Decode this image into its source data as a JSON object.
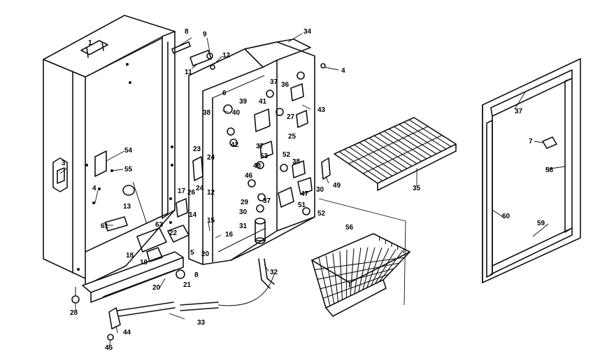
{
  "callouts": [
    {
      "id": "c1",
      "text": "1"
    },
    {
      "id": "c3",
      "text": "3"
    },
    {
      "id": "c4",
      "text": "4"
    },
    {
      "id": "c4b",
      "text": "4"
    },
    {
      "id": "c5",
      "text": "5"
    },
    {
      "id": "c6",
      "text": "6"
    },
    {
      "id": "c7",
      "text": "7"
    },
    {
      "id": "c8",
      "text": "8"
    },
    {
      "id": "c8b",
      "text": "8"
    },
    {
      "id": "c9",
      "text": "9"
    },
    {
      "id": "c11",
      "text": "11"
    },
    {
      "id": "c12",
      "text": "12"
    },
    {
      "id": "c12b",
      "text": "12"
    },
    {
      "id": "c13",
      "text": "13"
    },
    {
      "id": "c14",
      "text": "14"
    },
    {
      "id": "c15",
      "text": "15"
    },
    {
      "id": "c16",
      "text": "16"
    },
    {
      "id": "c17",
      "text": "17"
    },
    {
      "id": "c18",
      "text": "18"
    },
    {
      "id": "c19",
      "text": "19"
    },
    {
      "id": "c20",
      "text": "20"
    },
    {
      "id": "c20b",
      "text": "20"
    },
    {
      "id": "c21",
      "text": "21"
    },
    {
      "id": "c22",
      "text": "22"
    },
    {
      "id": "c23",
      "text": "23"
    },
    {
      "id": "c24",
      "text": "24"
    },
    {
      "id": "c24b",
      "text": "24"
    },
    {
      "id": "c25",
      "text": "25"
    },
    {
      "id": "c26",
      "text": "26"
    },
    {
      "id": "c27",
      "text": "27"
    },
    {
      "id": "c28",
      "text": "28"
    },
    {
      "id": "c29",
      "text": "29"
    },
    {
      "id": "c30",
      "text": "30"
    },
    {
      "id": "c30b",
      "text": "30"
    },
    {
      "id": "c31",
      "text": "31"
    },
    {
      "id": "c32",
      "text": "32"
    },
    {
      "id": "c33",
      "text": "33"
    },
    {
      "id": "c34",
      "text": "34"
    },
    {
      "id": "c35",
      "text": "35"
    },
    {
      "id": "c36",
      "text": "36"
    },
    {
      "id": "c37",
      "text": "37"
    },
    {
      "id": "c37b",
      "text": "37"
    },
    {
      "id": "c37c",
      "text": "37"
    },
    {
      "id": "c37d",
      "text": "37"
    },
    {
      "id": "c38",
      "text": "38"
    },
    {
      "id": "c38b",
      "text": "38"
    },
    {
      "id": "c39",
      "text": "39"
    },
    {
      "id": "c40",
      "text": "40"
    },
    {
      "id": "c41",
      "text": "41"
    },
    {
      "id": "c42",
      "text": "42"
    },
    {
      "id": "c43",
      "text": "43"
    },
    {
      "id": "c44",
      "text": "44"
    },
    {
      "id": "c45",
      "text": "45"
    },
    {
      "id": "c46",
      "text": "46"
    },
    {
      "id": "c47",
      "text": "47"
    },
    {
      "id": "c48",
      "text": "48"
    },
    {
      "id": "c49",
      "text": "49"
    },
    {
      "id": "c51",
      "text": "51"
    },
    {
      "id": "c52",
      "text": "52"
    },
    {
      "id": "c52b",
      "text": "52"
    },
    {
      "id": "c53",
      "text": "53"
    },
    {
      "id": "c54",
      "text": "54"
    },
    {
      "id": "c55",
      "text": "55"
    },
    {
      "id": "c56",
      "text": "56"
    },
    {
      "id": "c58",
      "text": "58"
    },
    {
      "id": "c59",
      "text": "59"
    },
    {
      "id": "c60",
      "text": "60"
    },
    {
      "id": "c61",
      "text": "61"
    },
    {
      "id": "c63",
      "text": "63"
    }
  ]
}
